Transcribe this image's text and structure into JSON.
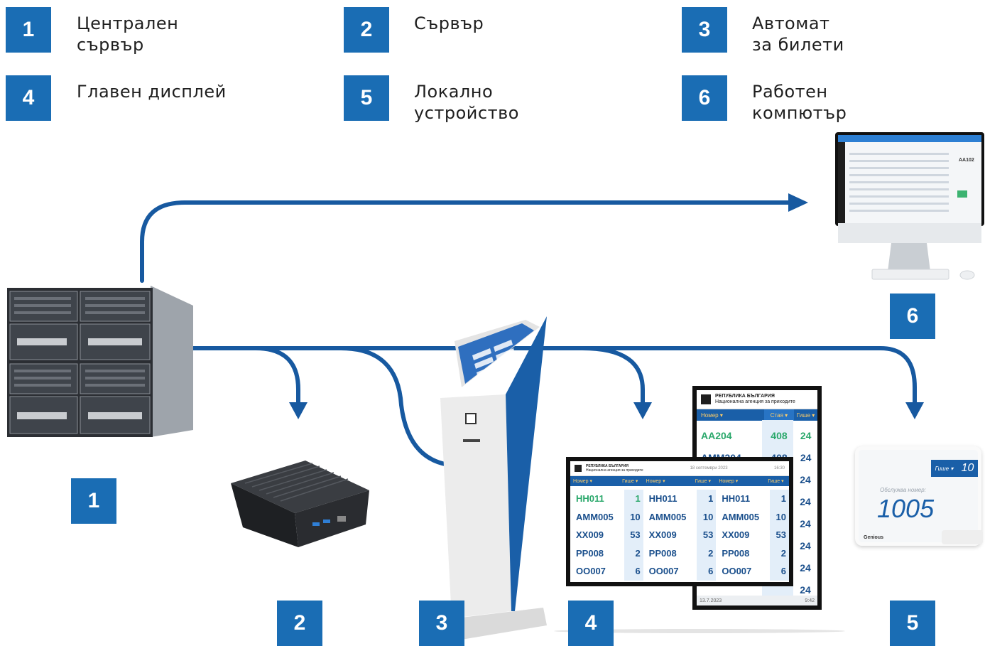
{
  "legend": [
    {
      "number": "1",
      "label_line1": "Централен",
      "label_line2": "сървър"
    },
    {
      "number": "2",
      "label_line1": "Сървър",
      "label_line2": ""
    },
    {
      "number": "3",
      "label_line1": "Автомат",
      "label_line2": "за билети"
    },
    {
      "number": "4",
      "label_line1": "Главен дисплей",
      "label_line2": ""
    },
    {
      "number": "5",
      "label_line1": "Локално",
      "label_line2": "устройство"
    },
    {
      "number": "6",
      "label_line1": "Работен",
      "label_line2": "компютър"
    }
  ],
  "device_badges": {
    "central_server": "1",
    "server": "2",
    "kiosk": "3",
    "main_display": "4",
    "local_device": "5",
    "workstation": "6"
  },
  "colors": {
    "accent": "#1a6db4",
    "arrow": "#1759a0",
    "board_header": "#1a5fa8",
    "board_header_text": "#ffcd67",
    "highlight_green": "#2aa86b"
  },
  "main_display": {
    "tall_board": {
      "title_line1": "РЕПУБЛИКА БЪЛГАРИЯ",
      "title_line2": "Национална агенция за приходите",
      "columns": [
        "Номер ▾",
        "Стая ▾",
        "Гише ▾"
      ],
      "rows": [
        {
          "number": "AA204",
          "room": "408",
          "desk": "24",
          "highlight": true
        },
        {
          "number": "AMM204",
          "room": "408",
          "desk": "24",
          "highlight": false
        }
      ],
      "extra_desks": [
        "24",
        "24",
        "24",
        "24",
        "24",
        "24"
      ],
      "footer_left": "13.7.2023",
      "footer_right": "9:42"
    },
    "wide_board": {
      "title_line1": "РЕПУБЛИКА БЪЛГАРИЯ",
      "title_line2": "Национална агенция за приходите",
      "date": "18 септември 2023",
      "time": "16:30",
      "col_number": "Номер ▾",
      "col_desk": "Гише ▾",
      "rows": [
        {
          "number": "HH011",
          "desk": "1"
        },
        {
          "number": "AMM005",
          "desk": "10"
        },
        {
          "number": "XX009",
          "desk": "53"
        },
        {
          "number": "PP008",
          "desk": "2"
        },
        {
          "number": "OO007",
          "desk": "6"
        }
      ]
    }
  },
  "local_device": {
    "desk_label": "Гише ▾",
    "desk_number": "10",
    "caption": "Обслужва номер:",
    "ticket": "1005",
    "brand": "Genious"
  },
  "workstation_screen": {
    "ticket": "AA102"
  }
}
